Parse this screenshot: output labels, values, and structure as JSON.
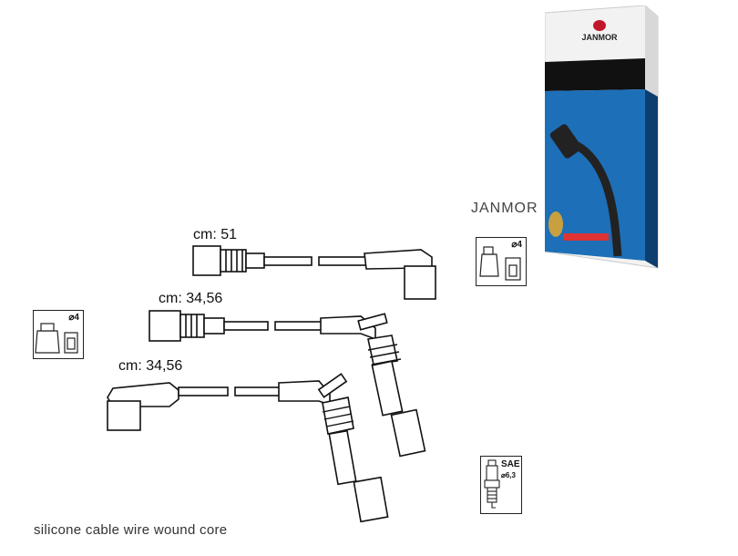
{
  "brand": {
    "name": "JANMOR",
    "logo_text": "JANMOR"
  },
  "cables": [
    {
      "label": "cm: 51"
    },
    {
      "label": "cm: 34,56"
    },
    {
      "label": "cm: 34,56"
    }
  ],
  "icons": {
    "distributor_right": {
      "diameter": "⌀4"
    },
    "distributor_left": {
      "diameter": "⌀4"
    },
    "spark_plug": {
      "standard": "SAE",
      "diameter": "⌀6,3"
    }
  },
  "caption": "silicone cable wire wound core"
}
